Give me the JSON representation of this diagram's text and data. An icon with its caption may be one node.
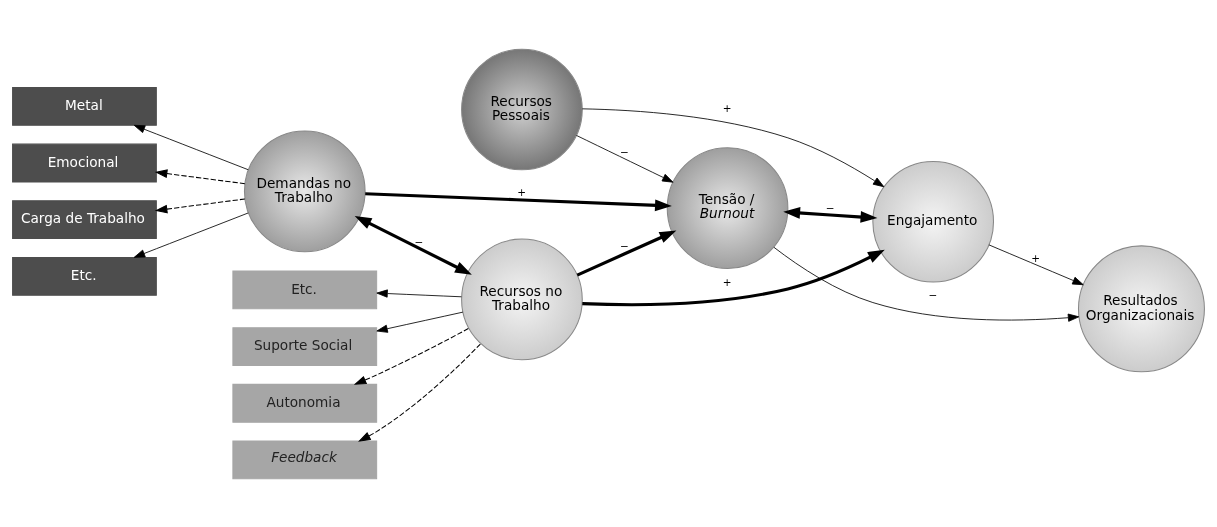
{
  "diagram": {
    "nodes": [
      {
        "text": [
          "Metal"
        ]
      },
      {
        "text": [
          "Emocional"
        ]
      },
      {
        "text": [
          "Carga de Trabalho"
        ]
      },
      {
        "text": [
          "Etc."
        ]
      },
      {
        "text": [
          "Demandas no Trabalho"
        ]
      },
      {
        "text": [
          "Tensão / *Burnout*"
        ]
      },
      {
        "text": [
          "Recursos Pessoais"
        ]
      },
      {
        "text": [
          "Resultados Organizacionais"
        ]
      },
      {
        "text": [
          "Suporte Social"
        ]
      },
      {
        "text": [
          "Autonomia"
        ]
      },
      {
        "text": [
          "Feedback"
        ]
      },
      {
        "text": [
          "Etc."
        ]
      },
      {
        "text": [
          "Recursos no Trabalho"
        ]
      },
      {
        "text": [
          "Engajamento"
        ]
      }
    ],
    "edges": [
      {
        "from": 4,
        "to": 0,
        "arrow": "to"
      },
      {
        "from": 4,
        "to": 1,
        "arrow": "to",
        "style": "dashed"
      },
      {
        "from": 4,
        "to": 2,
        "arrow": "to",
        "style": "dashed"
      },
      {
        "from": 4,
        "to": 3,
        "arrow": "to"
      },
      {
        "from": 4,
        "to": 5,
        "arrow": "to",
        "label": "+",
        "style": "thick"
      },
      {
        "from": 4,
        "to": 12,
        "arrow": "both",
        "label": "−",
        "style": "thick"
      },
      {
        "from": 12,
        "to": 5,
        "arrow": "to",
        "label": "−",
        "style": "thick"
      },
      {
        "from": 6,
        "to": 5,
        "arrow": "to",
        "label": "−"
      },
      {
        "from": 5,
        "to": 7,
        "arrow": "to",
        "label": "−"
      },
      {
        "from": 5,
        "to": 13,
        "arrow": "both",
        "label": "−",
        "style": "thick"
      },
      {
        "from": 6,
        "to": 13,
        "arrow": "to",
        "label": "+"
      },
      {
        "from": 13,
        "to": 7,
        "arrow": "to",
        "label": "+"
      },
      {
        "from": 12,
        "to": 8,
        "arrow": "to"
      },
      {
        "from": 12,
        "to": 9,
        "arrow": "to",
        "style": "dashed"
      },
      {
        "from": 12,
        "to": 10,
        "arrow": "to",
        "style": "dashed"
      },
      {
        "from": 12,
        "to": 11,
        "arrow": "to"
      },
      {
        "from": 12,
        "to": 13,
        "arrow": "to",
        "label": "+",
        "style": "thick"
      }
    ]
  }
}
